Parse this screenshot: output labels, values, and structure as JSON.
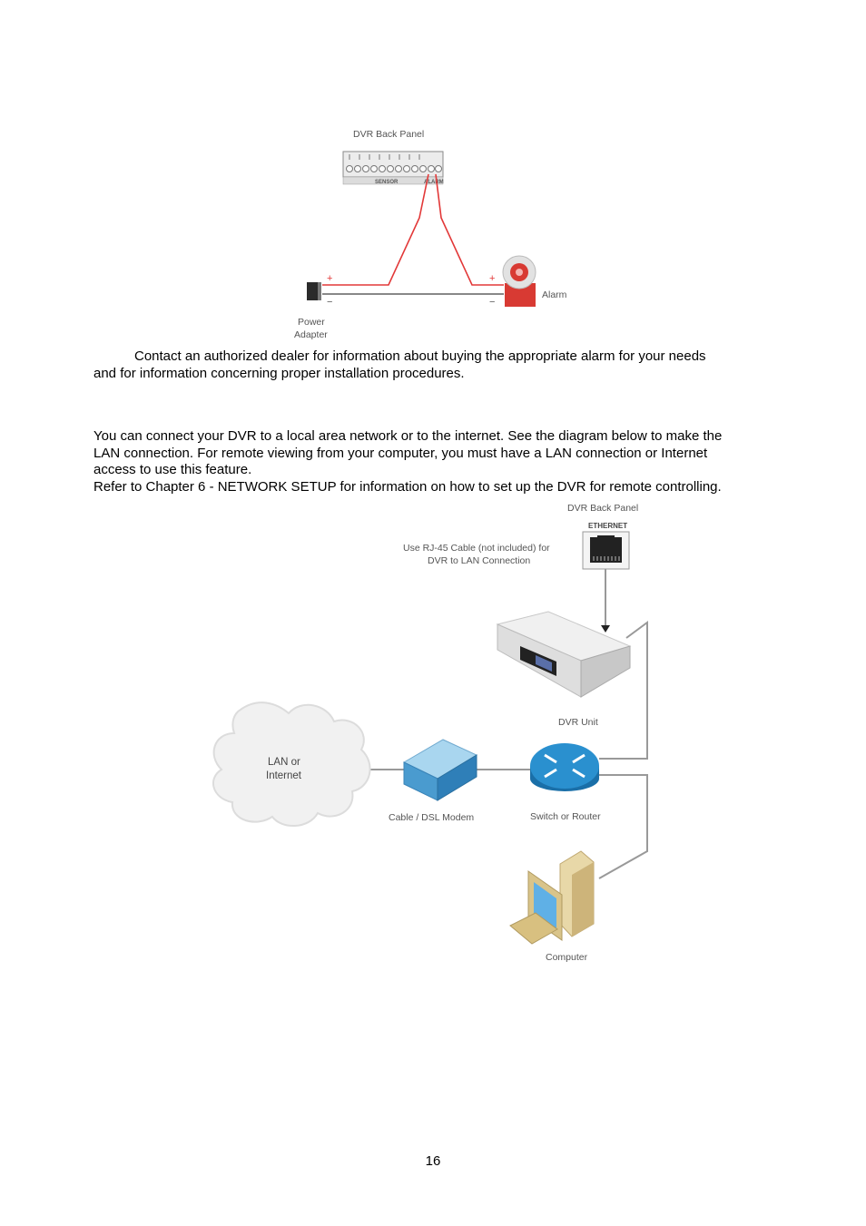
{
  "alarm_diagram": {
    "back_panel_label": "DVR Back Panel",
    "sensor_label": "SENSOR",
    "alarm_port_label": "ALARM",
    "plus": "+",
    "minus": "−",
    "power_adapter_line1": "Power",
    "power_adapter_line2": "Adapter",
    "alarm_label": "Alarm"
  },
  "paragraph1": {
    "line1": "Contact an authorized dealer for information about buying the appropriate alarm for your needs",
    "line2": "and for information concerning proper installation procedures."
  },
  "paragraph2": {
    "line1": "You can connect your DVR to a local area network or to the internet. See the diagram below to make the",
    "line2": "LAN connection. For remote viewing from your computer, you must have a LAN connection or Internet",
    "line3": "access to use this feature.",
    "line4": "Refer to Chapter 6 - NETWORK SETUP for information on how to set up the DVR for remote controlling."
  },
  "network_diagram": {
    "back_panel_label": "DVR Back Panel",
    "ethernet_label": "ETHERNET",
    "cable_note_line1": "Use RJ-45 Cable  (not included) for",
    "cable_note_line2": "DVR to LAN Connection",
    "dvr_unit_label": "DVR Unit",
    "cloud_line1": "LAN or",
    "cloud_line2": "Internet",
    "modem_label": "Cable / DSL Modem",
    "router_label": "Switch or Router",
    "computer_label": "Computer"
  },
  "page_number": "16"
}
